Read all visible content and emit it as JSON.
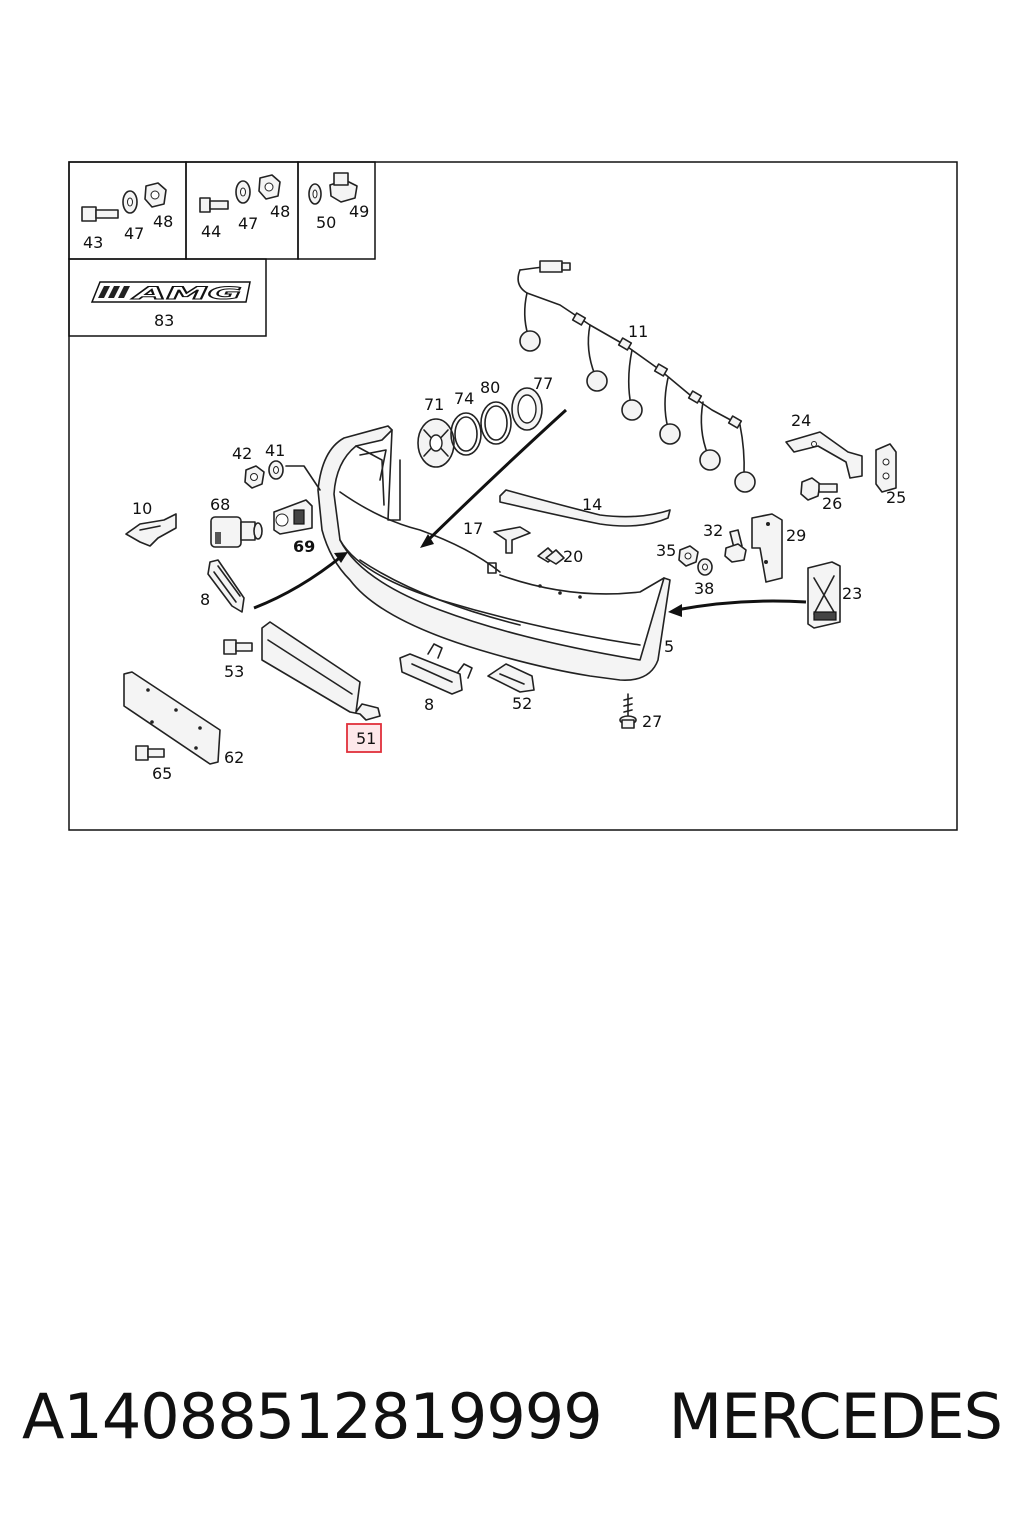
{
  "diagram": {
    "callouts": {
      "c43": "43",
      "c47a": "47",
      "c48a": "48",
      "c44": "44",
      "c47b": "47",
      "c48b": "48",
      "c50": "50",
      "c49": "49",
      "c83": "83",
      "c11": "11",
      "c71": "71",
      "c74": "74",
      "c80": "80",
      "c77": "77",
      "c42": "42",
      "c41": "41",
      "c10": "10",
      "c68": "68",
      "c69": "69",
      "c14": "14",
      "c17": "17",
      "c20": "20",
      "c24": "24",
      "c26": "26",
      "c25": "25",
      "c32": "32",
      "c29": "29",
      "c35": "35",
      "c38": "38",
      "c23": "23",
      "c8a": "8",
      "c5": "5",
      "c53": "53",
      "c8b": "8",
      "c52": "52",
      "c27": "27",
      "c51": "51",
      "c62": "62",
      "c65": "65"
    },
    "emblem_text": "AMG",
    "highlight_color": "#e0303a"
  },
  "footer": {
    "part_number": "A14088512819999",
    "brand": "MERCEDES"
  }
}
